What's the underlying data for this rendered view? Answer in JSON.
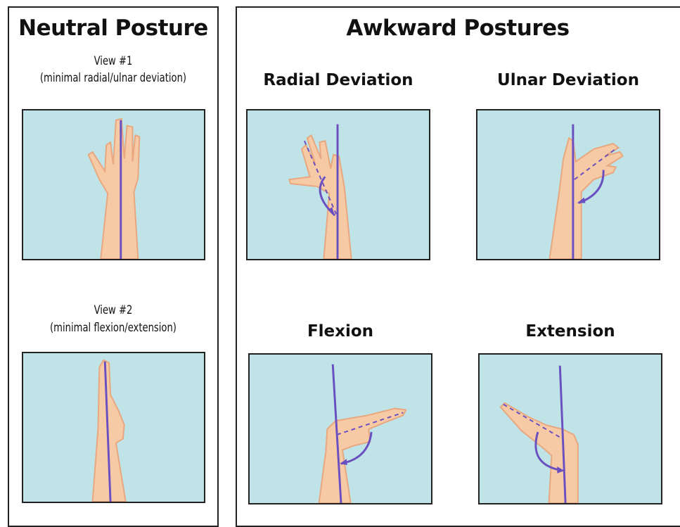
{
  "neutral": {
    "title": "Neutral Posture",
    "view1": {
      "label": "View #1",
      "caption": "(minimal radial/ulnar deviation)"
    },
    "view2": {
      "label": "View #2",
      "caption": "(minimal flexion/extension)"
    }
  },
  "awkward": {
    "title": "Awkward Postures",
    "radial": {
      "label": "Radial Deviation"
    },
    "ulnar": {
      "label": "Ulnar Deviation"
    },
    "flexion": {
      "label": "Flexion"
    },
    "extension": {
      "label": "Extension"
    }
  },
  "colors": {
    "panel_bg": "#bfe3e6",
    "skin": "#f7caa6",
    "skin_outline": "#e8a77e",
    "axis_line": "#6a4fc0",
    "border": "#222222"
  }
}
